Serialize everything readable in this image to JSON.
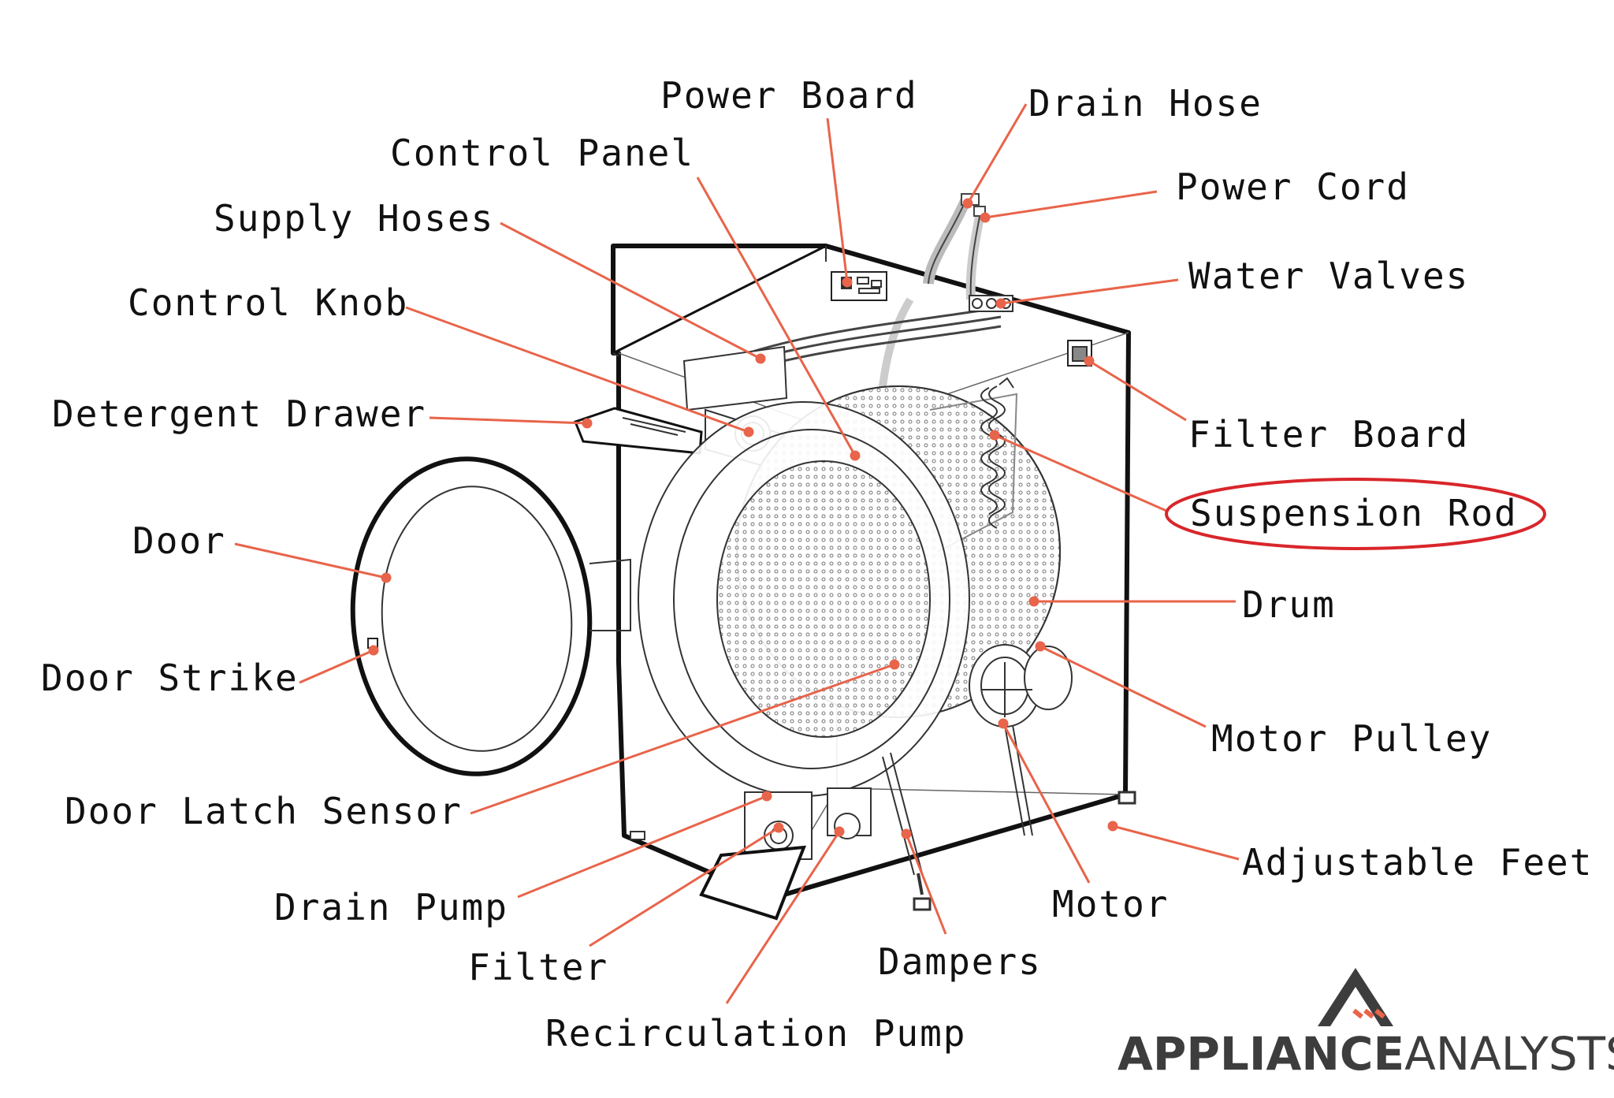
{
  "labels": {
    "power_board": "Power Board",
    "drain_hose": "Drain Hose",
    "control_panel": "Control Panel",
    "power_cord": "Power Cord",
    "supply_hoses": "Supply Hoses",
    "water_valves": "Water Valves",
    "control_knob": "Control Knob",
    "detergent_drawer": "Detergent Drawer",
    "filter_board": "Filter Board",
    "suspension_rod": "Suspension Rod",
    "door": "Door",
    "drum": "Drum",
    "door_strike": "Door Strike",
    "motor_pulley": "Motor Pulley",
    "door_latch_sensor": "Door Latch Sensor",
    "adjustable_feet": "Adjustable Feet",
    "drain_pump": "Drain Pump",
    "motor": "Motor",
    "filter": "Filter",
    "dampers": "Dampers",
    "recirculation_pump": "Recirculation Pump"
  },
  "brand": {
    "bold": "APPLIANCE",
    "light": "ANALYSTS"
  },
  "colors": {
    "leader": "#e8644a",
    "highlight": "#d9262b",
    "outline": "#111111",
    "brand_dark": "#3d3d3d",
    "brand_accent": "#e8644a"
  }
}
